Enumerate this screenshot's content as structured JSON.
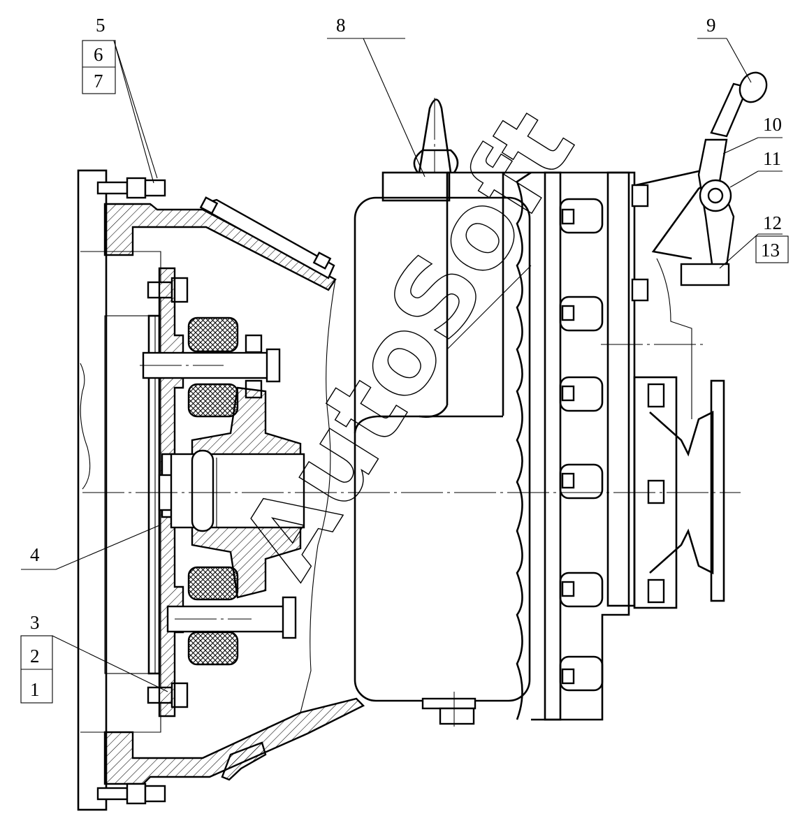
{
  "callouts": {
    "c1": "1",
    "c2": "2",
    "c3": "3",
    "c4": "4",
    "c5": "5",
    "c6": "6",
    "c7": "7",
    "c8": "8",
    "c9": "9",
    "c10": "10",
    "c11": "11",
    "c12": "12",
    "c13": "13"
  },
  "watermark": "AutoSoft"
}
